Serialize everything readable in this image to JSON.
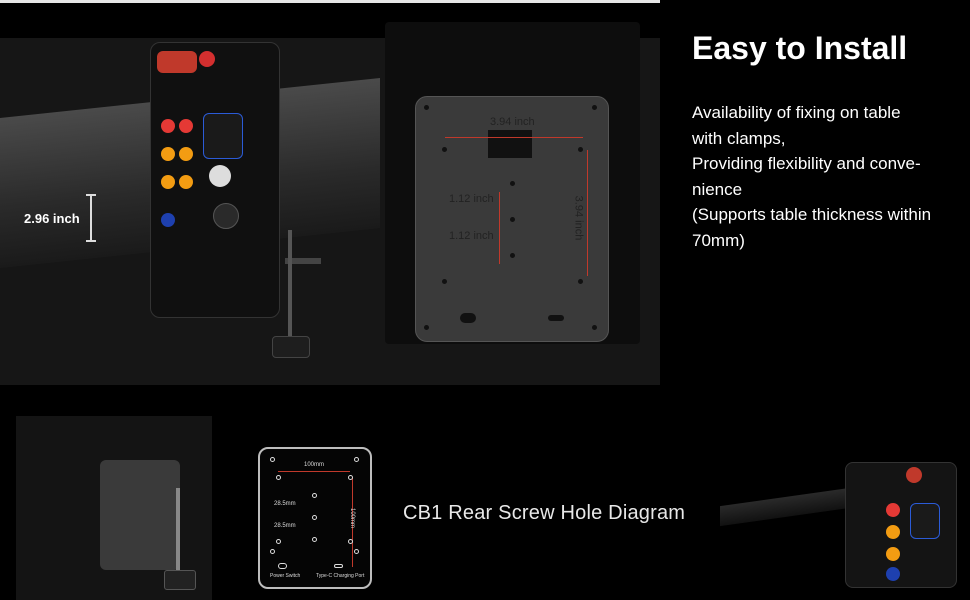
{
  "header": {
    "title": "Easy to Install",
    "description_lines": [
      "Availability of fixing on table",
      "with clamps,",
      "Providing flexibility and conve-",
      "nience",
      "(Supports table thickness within",
      "70mm)"
    ]
  },
  "install_photo": {
    "thickness_label": "2.96 inch"
  },
  "rear_plate": {
    "width_label": "3.94 inch",
    "height_label": "3.94 inch",
    "spacing_top": "1.12 inch",
    "spacing_bottom": "1.12 inch"
  },
  "diagram": {
    "width_mm": "100mm",
    "height_mm": "100mm",
    "spacing_top_mm": "28.5mm",
    "spacing_bottom_mm": "28.5mm",
    "power_label": "Power Switch",
    "port_label": "Type-C Charging Port",
    "caption": "CB1 Rear Screw Hole Diagram"
  },
  "colors": {
    "background": "#000000",
    "accent_red": "#c0392b",
    "text": "#ffffff"
  }
}
